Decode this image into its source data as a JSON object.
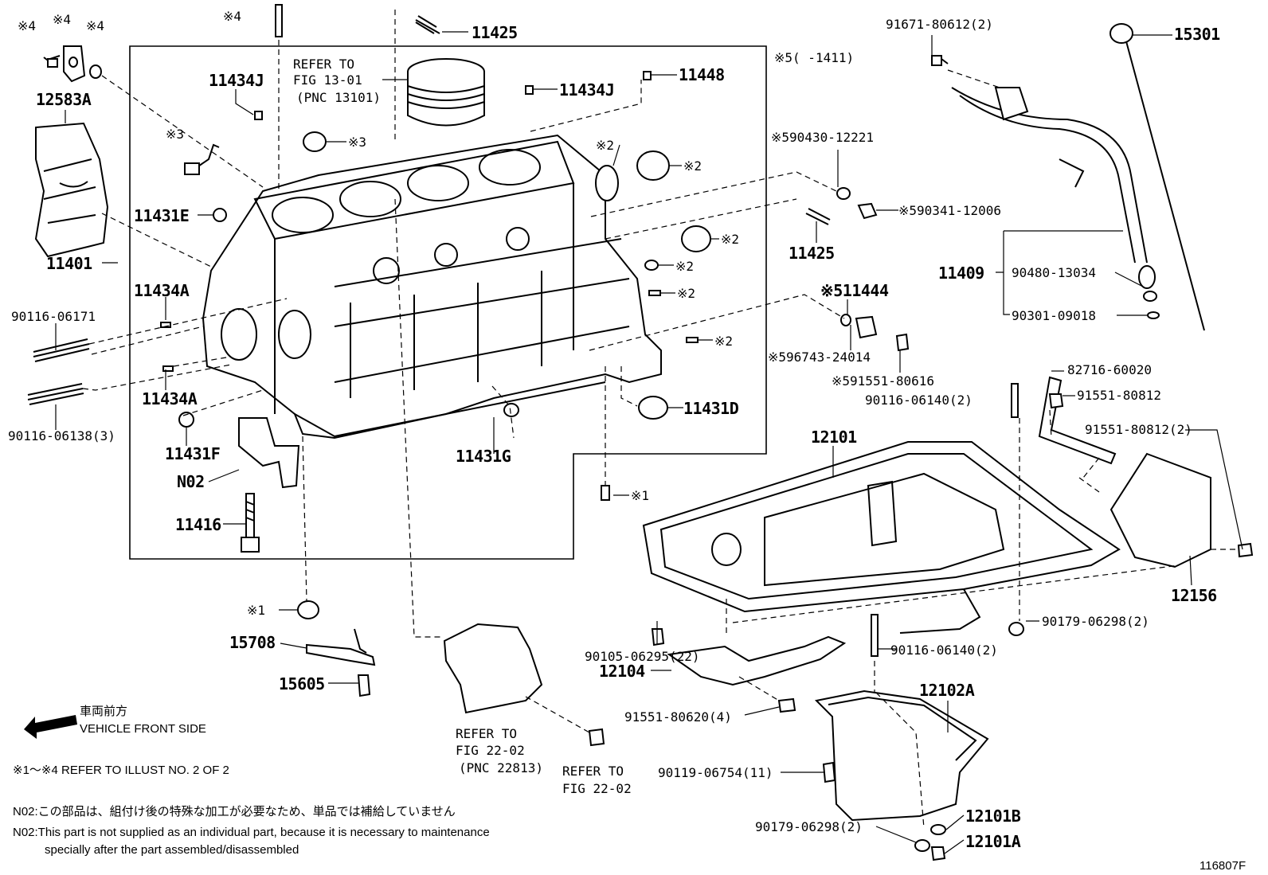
{
  "labels": {
    "p15301": "15301",
    "p11425a": "11425",
    "p11425b": "11425",
    "p12583a": "12583A",
    "p11434j_a": "11434J",
    "p11434j_b": "11434J",
    "p11448": "11448",
    "p11431e": "11431E",
    "p11401": "11401",
    "p11434a_a": "11434A",
    "p11434a_b": "11434A",
    "p90116_06171": "90116-06171",
    "p90116_06138": "90116-06138(3)",
    "p11431f": "11431F",
    "n02": "N02",
    "p11416": "11416",
    "p11431g": "11431G",
    "p11431d": "11431D",
    "p91671_80612": "91671-80612(2)",
    "p90430_12221": "※590430-12221",
    "p90341_12006": "※590341-12006",
    "p11409": "11409",
    "p90480_13034": "90480-13034",
    "p90301_09018": "90301-09018",
    "p11444": "※511444",
    "p96743_24014": "※596743-24014",
    "p91551_80616": "※591551-80616",
    "p82716_60020": "82716-60020",
    "p90116_06140_a": "90116-06140(2)",
    "p91551_80812": "91551-80812",
    "p91551_80812_2": "91551-80812(2)",
    "p12101": "12101",
    "p12156": "12156",
    "p90179_06298_a": "90179-06298(2)",
    "p90105_06295": "90105-06295(22)",
    "p90116_06140_b": "90116-06140(2)",
    "p12104": "12104",
    "p91551_80620": "91551-80620(4)",
    "p12102a": "12102A",
    "p90119_06754": "90119-06754(11)",
    "p90179_06298_b": "90179-06298(2)",
    "p12101b": "12101B",
    "p12101a": "12101A",
    "p15708": "15708",
    "p15605": "15605",
    "ref4_a": "※4",
    "ref4_b": "※4",
    "ref4_c": "※4",
    "ref4_d": "※4",
    "ref3_a": "※3",
    "ref3_b": "※3",
    "ref2_a": "※2",
    "ref2_b": "※2",
    "ref2_c": "※2",
    "ref2_d": "※2",
    "ref2_e": "※2",
    "ref2_f": "※2",
    "ref1_a": "※1",
    "ref1_b": "※1",
    "ref5_range": "※5(     -1411)"
  },
  "refs": {
    "fig1301_l1": "REFER TO",
    "fig1301_l2": "FIG 13-01",
    "fig1301_l3": "(PNC 13101)",
    "fig2202a_l1": "REFER TO",
    "fig2202a_l2": "FIG 22-02",
    "fig2202a_l3": "(PNC 22813)",
    "fig2202b_l1": "REFER TO",
    "fig2202b_l2": "FIG 22-02"
  },
  "notes": {
    "front_jp": "車両前方",
    "front_en": "VEHICLE FRONT SIDE",
    "illust_ref": "※1～※4  REFER TO ILLUST NO. 2 OF 2",
    "n02_jp": "N02:この部品は、組付け後の特殊な加工が必要なため、単品では補給していません",
    "n02_en1": "N02:This part is not supplied as an individual part, because it is necessary to maintenance",
    "n02_en2": "specially after the part assembled/disassembled",
    "fig_id": "116807F"
  }
}
